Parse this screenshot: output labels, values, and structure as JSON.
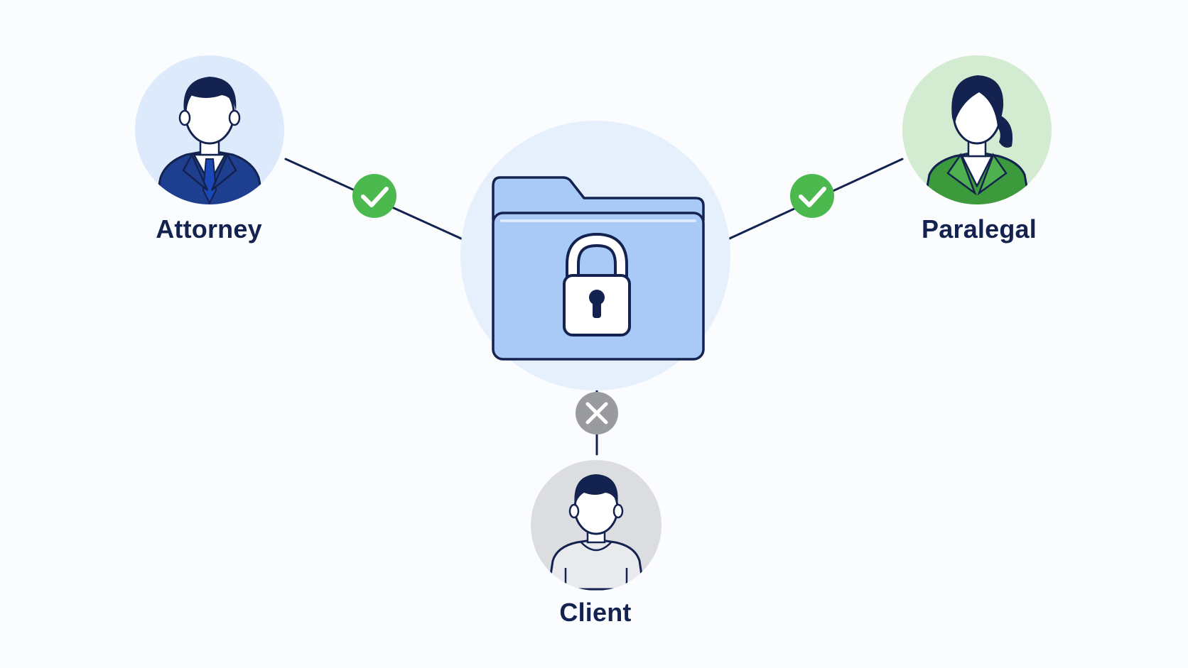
{
  "roles": {
    "attorney": {
      "label": "Attorney",
      "access": "granted",
      "accent": "#1e3f8f",
      "bg": "#dceafb"
    },
    "paralegal": {
      "label": "Paralegal",
      "access": "granted",
      "accent": "#3c9a3c",
      "bg": "#d3ecd1"
    },
    "client": {
      "label": "Client",
      "access": "denied",
      "accent": "#dfe2e8",
      "bg": "#dcdde1"
    }
  },
  "center": {
    "icon": "locked-folder-icon",
    "folder_color": "#a9caf6",
    "halo_color": "#e6f0fd"
  },
  "status_icons": {
    "granted": "check-icon",
    "denied": "x-icon"
  },
  "colors": {
    "line": "#13224e",
    "granted": "#4cb94f",
    "denied": "#9a9b9f"
  }
}
